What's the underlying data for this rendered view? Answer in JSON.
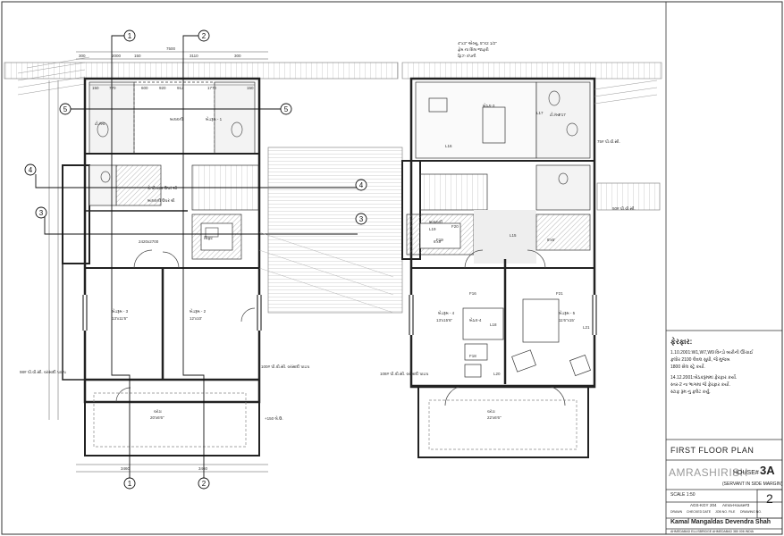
{
  "sheet": {
    "title": "FIRST FLOOR PLAN",
    "project_name": "AMRASHIRISH",
    "house_word": "HOUSE#",
    "house_no": "3A",
    "servant_note": "(SERVANT IN SIDE MARGIN)",
    "sheet_no": "2",
    "scale": "SCALE 1:50",
    "meta_values": [
      "AGS-KGY",
      "204",
      "Amra-House#3",
      "",
      ""
    ],
    "meta_labels": [
      "DRAWN",
      "CHECKED",
      "DATE",
      "JOB NO.",
      "FILE",
      "DRAWING NO."
    ],
    "architects": "Kamal Mangaldas  Devendra Shah",
    "firm_line": "AHMEDABAD   ELLISBRIDGE   AHMEDABAD   380 006   INDIA"
  },
  "revisions": {
    "heading": "ફેરફાર:",
    "items": [
      "1.10.2001:W1,W7,W9 વિન્ડો બારીની ઊંચાઈ",
      "      ફ્લોર 2100 લેવલ સુધી, જે મુજબ",
      "      1800 સેલ સ્ટ્રે કર્યો.",
      "14.12.2001:બેઠકરૂમમાં ફેરફાર કર્યો.",
      "      સ્તર-2 ના ભાગમાં જે ફેરફાર કર્યો.",
      "      સ્ટાફ રૂમ નું ફ્લેટ કર્યું."
    ]
  },
  "grid_markers": {
    "top": [
      "1",
      "2"
    ],
    "bottom": [
      "1",
      "2"
    ],
    "left": [
      "5",
      "4",
      "3"
    ],
    "mid": [
      "5",
      "4",
      "3"
    ]
  },
  "left_plan": {
    "top_dims": [
      "300",
      "2000",
      "150",
      "3110",
      "300",
      "7500"
    ],
    "second_dims": [
      "150",
      "770",
      "600",
      "920",
      "912",
      "1770",
      "150"
    ],
    "bottom_dims": [
      "3460",
      "3460"
    ],
    "rooms": [
      "ટો./બા.",
      "બાલ્કની",
      "બેડરૂમ - 3",
      "બેડરૂમ - 2",
      "બેડરૂમ - 1",
      "લિફ્ટ",
      "વરંડા"
    ],
    "notes": [
      "કે.પી.વાસ ઉપર ગ્રી",
      "બાલ્કની ઉપર ગ્રી",
      "20'x6'6\"",
      "13'x11'6\"",
      "12'x10'",
      "2420x2700"
    ],
    "levels": [
      "+150 લે.ઉ.",
      "100# પી.વી.સી. વરસાદી પાઇપ",
      "98# પી.વી.સી. વરસાદી પાઇપ"
    ]
  },
  "right_plan": {
    "top_note": [
      "4\"x3\" એલ્યુ. 5\"X2 1/2\"",
      "ફ્રેમ ના ગ્રિલ જાફરી",
      "ફ્રિઝ કંપની"
    ],
    "rooms": [
      "બેઠક-3",
      "બેઠક-4",
      "બેડરૂમ - 4",
      "બેડરૂમ - 5",
      "ટો./બા.",
      "બાલ્કની",
      "વરંડા"
    ],
    "fixture_tags": [
      "F16",
      "F17",
      "F18",
      "F19",
      "F20",
      "F21",
      "L15",
      "L16",
      "L17",
      "L18",
      "L19",
      "L20",
      "L21"
    ],
    "notes": [
      "13'x15'6\"",
      "11'6\"x15'",
      "22'x6'6\"",
      "6'x9'",
      "8'x6'"
    ],
    "levels": [
      "108# પી.વી.સી. વરસાદી પાઇપ",
      "75# પી.વી.સી.",
      "50# પી.વી.સી."
    ]
  }
}
